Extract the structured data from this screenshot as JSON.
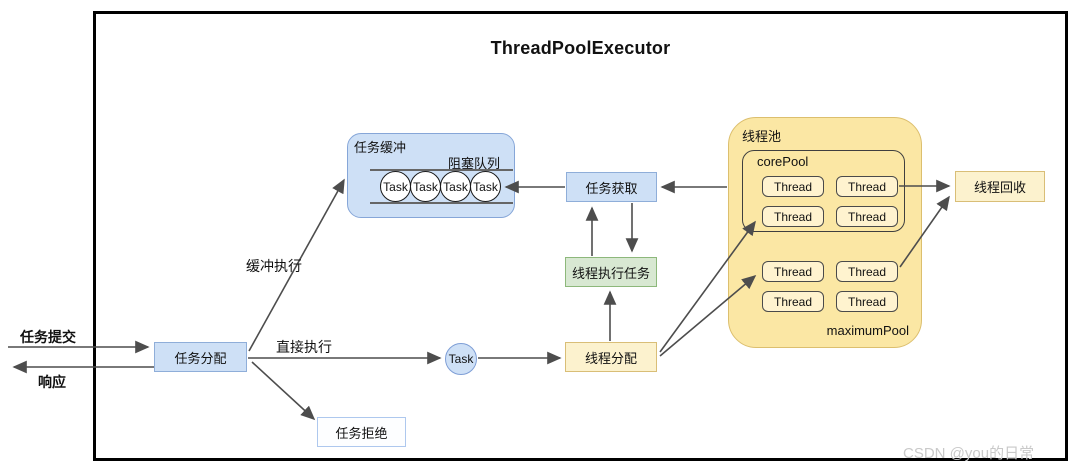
{
  "title": "ThreadPoolExecutor",
  "io": {
    "submit": "任务提交",
    "response": "响应"
  },
  "nodes": {
    "task_dispatch": "任务分配",
    "task_reject": "任务拒绝",
    "direct_task": "Task",
    "thread_dispatch": "线程分配",
    "thread_execute_task": "线程执行任务",
    "task_fetch": "任务获取",
    "thread_recycle": "线程回收"
  },
  "edges": {
    "buffered_exec": "缓冲执行",
    "direct_exec": "直接执行"
  },
  "buffer": {
    "label": "任务缓冲",
    "queue_label": "阻塞队列",
    "tasks": [
      "Task",
      "Task",
      "Task",
      "Task"
    ]
  },
  "pool": {
    "label": "线程池",
    "core_pool_label": "corePool",
    "maximum_pool_label": "maximumPool",
    "core_threads": [
      "Thread",
      "Thread",
      "Thread",
      "Thread"
    ],
    "maximum_threads": [
      "Thread",
      "Thread",
      "Thread",
      "Thread"
    ]
  },
  "watermark": "CSDN @you的日常",
  "colors": {
    "blue_fill": "#cee0f6",
    "blue_border": "#8faed9",
    "green_fill": "#d8e8d2",
    "green_border": "#8db87b",
    "yellow_fill": "#fcf2ce",
    "yellow_border": "#d9be77",
    "pool_fill": "#fbe7a4",
    "pool_border": "#dcbf6e",
    "arrow": "#4d4d4d"
  }
}
